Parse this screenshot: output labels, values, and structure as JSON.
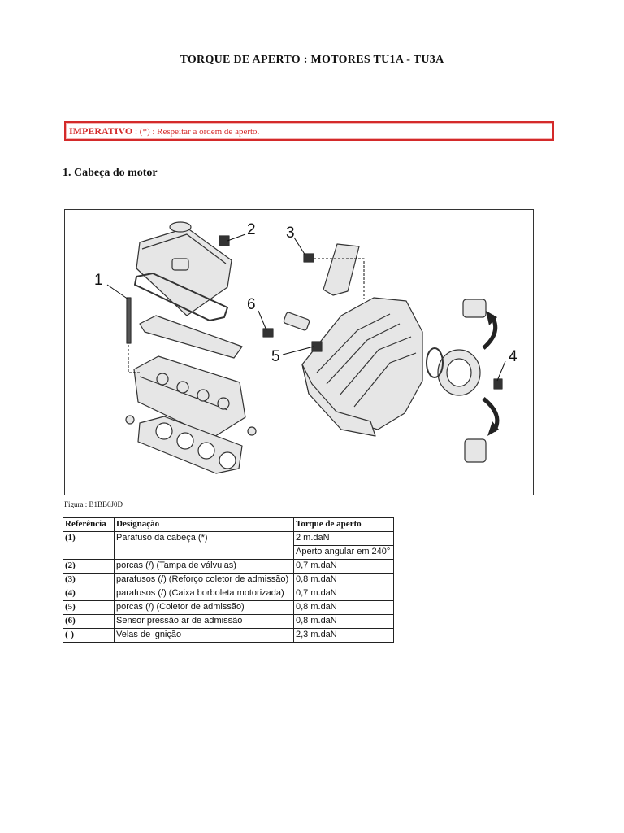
{
  "page_title": "TORQUE DE APERTO : MOTORES TU1A - TU3A",
  "warning": {
    "label": "IMPERATIVO",
    "text": " : (*) : Respeitar a ordem de aperto."
  },
  "section": {
    "title": "1. Cabeça do motor"
  },
  "figure": {
    "caption": "Figura : B1BB0J0D",
    "callouts": [
      "1",
      "2",
      "3",
      "4",
      "5",
      "6"
    ]
  },
  "table": {
    "headers": [
      "Referência",
      "Designação",
      "Torque de aperto"
    ],
    "rows": [
      {
        "ref": "(1)",
        "designation": "Parafuso da cabeça (*)",
        "torque": "2 m.daN"
      },
      {
        "ref": "",
        "designation": "",
        "torque": "Aperto angular em 240°"
      },
      {
        "ref": "(2)",
        "designation": "porcas (/) (Tampa de válvulas)",
        "torque": "0,7 m.daN"
      },
      {
        "ref": "(3)",
        "designation": "parafusos (/) (Reforço coletor de admissão)",
        "torque": "0,8 m.daN"
      },
      {
        "ref": "(4)",
        "designation": "parafusos (/) (Caixa borboleta motorizada)",
        "torque": "0,7 m.daN"
      },
      {
        "ref": "(5)",
        "designation": "porcas (/) (Coletor de admissão)",
        "torque": "0,8 m.daN"
      },
      {
        "ref": "(6)",
        "designation": "Sensor pressão ar de admissão",
        "torque": "0,8 m.daN"
      },
      {
        "ref": "(-)",
        "designation": "Velas de ignição",
        "torque": "2,3 m.daN"
      }
    ]
  },
  "colors": {
    "warning": "#d42a2a",
    "part_fill": "#e6e6e6",
    "part_stroke": "#333333"
  }
}
